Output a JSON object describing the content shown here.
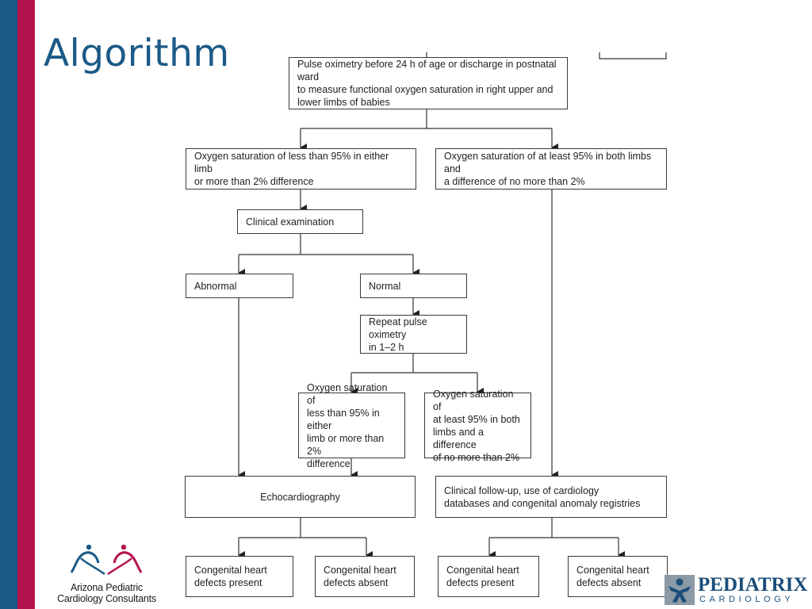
{
  "slide": {
    "title": "Algorithm"
  },
  "flowchart": {
    "start": "Pulse oximetry before 24 h of age or discharge in postnatal ward\nto measure functional oxygen saturation in right upper and\nlower limbs of babies",
    "low_sat": "Oxygen saturation of less than 95% in either limb\nor more than 2% difference",
    "ok_sat": "Oxygen saturation of at least 95% in both limbs and\na difference of no more than 2%",
    "clinical_exam": "Clinical examination",
    "abnormal": "Abnormal",
    "normal": "Normal",
    "repeat": "Repeat pulse oximetry\nin 1–2 h",
    "repeat_low": "Oxygen saturation of\nless than 95% in either\nlimb or more than 2%\ndifference",
    "repeat_ok": "Oxygen saturation of\nat least 95% in both\nlimbs and a difference\nof no more than 2%",
    "echo": "Echocardiography",
    "followup": "Clinical follow-up, use of cardiology\ndatabases and congenital anomaly registries",
    "echo_present": "Congenital heart\ndefects present",
    "echo_absent": "Congenital heart\ndefects absent",
    "fu_present": "Congenital heart\ndefects present",
    "fu_absent": "Congenital heart\ndefects absent"
  },
  "logos": {
    "left_name": "Arizona Pediatric\nCardiology Consultants",
    "right_word": "PEDIATRIX",
    "right_sub": "CARDIOLOGY"
  },
  "colors": {
    "blue": "#1b5a86",
    "magenta": "#b5134f"
  }
}
